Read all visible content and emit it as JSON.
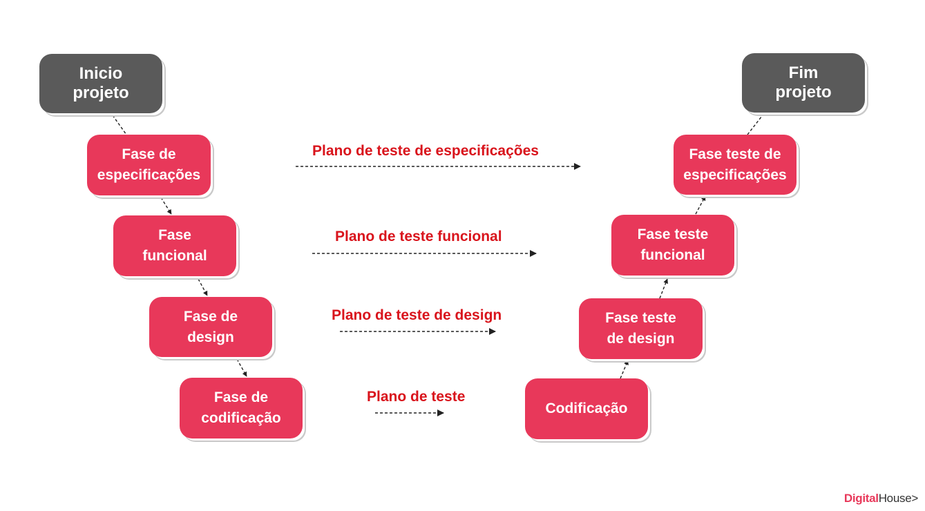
{
  "left_phases": {
    "start": "Inicio\nprojeto",
    "spec": "Fase de\nespecificações",
    "func": "Fase\nfuncional",
    "design": "Fase de\ndesign",
    "code": "Fase de\ncodificação"
  },
  "right_phases": {
    "end": "Fim\nprojeto",
    "spec_test": "Fase teste de\nespecificações",
    "func_test": "Fase teste\nfuncional",
    "design_test": "Fase teste\nde design",
    "coding": "Codificação"
  },
  "plans": {
    "spec": "Plano de teste de especificações",
    "func": "Plano de teste funcional",
    "design": "Plano de teste de design",
    "test": "Plano de teste"
  },
  "brand": {
    "part1": "Digital",
    "part2": "House",
    "chevron": ">"
  },
  "colors": {
    "box_red": "#e8385a",
    "box_gray": "#5a5a5a",
    "plan_text": "#d9141c"
  }
}
